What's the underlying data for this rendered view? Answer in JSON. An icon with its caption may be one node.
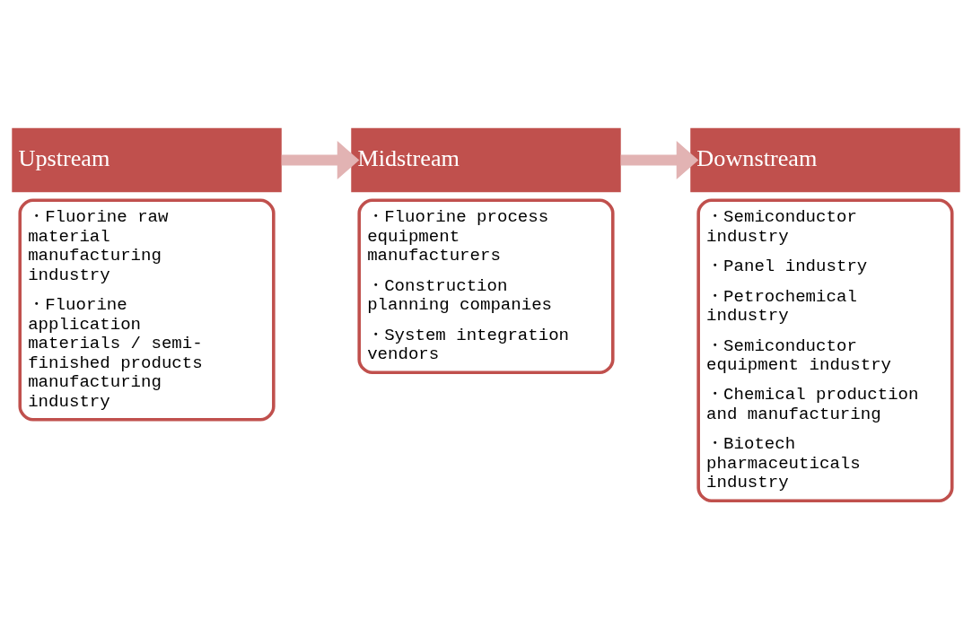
{
  "diagram": {
    "nodes": [
      {
        "text": [
          "Upstream",
          "・Fluorine raw material manufacturing industry",
          "・Fluorine application materials / semi-finished products manufacturing industry"
        ]
      },
      {
        "text": [
          "Midstream",
          "・Fluorine process equipment manufacturers",
          "・Construction planning companies",
          "・System integration vendors"
        ]
      },
      {
        "text": [
          "Downstream",
          "・Semiconductor industry",
          "・Panel industry",
          "・Petrochemical industry",
          "・Semiconductor equipment industry",
          "・Chemical production and manufacturing",
          "・Biotech pharmaceuticals industry"
        ]
      }
    ],
    "edges": [
      {
        "from": 0,
        "to": 1,
        "arrow": "to"
      },
      {
        "from": 1,
        "to": 2,
        "arrow": "to"
      }
    ]
  }
}
